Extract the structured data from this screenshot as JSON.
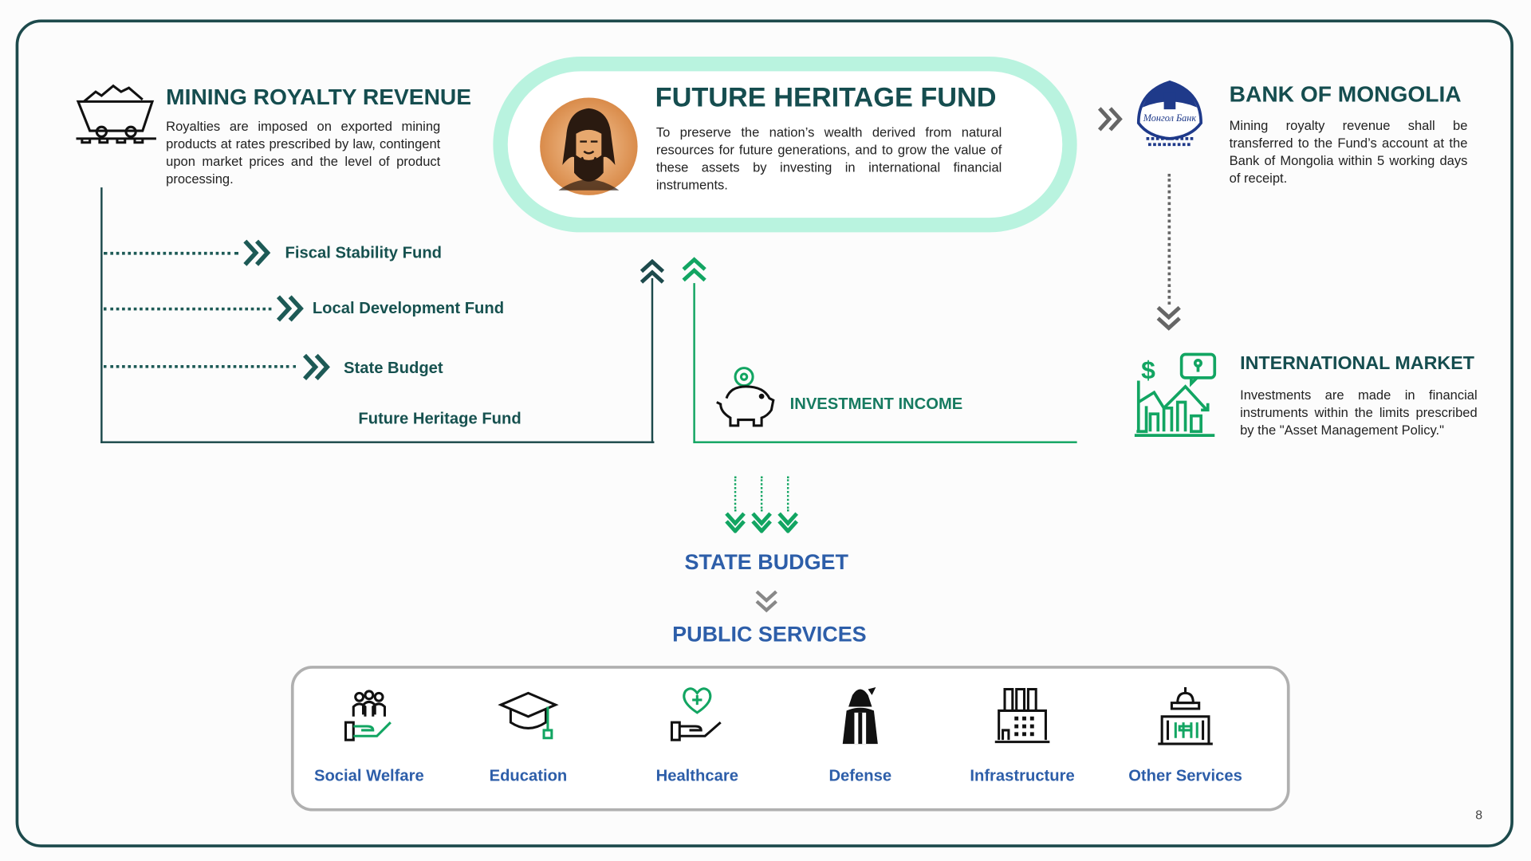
{
  "mining": {
    "title": "MINING ROYALTY REVENUE",
    "description": "Royalties are imposed on exported mining products at rates prescribed by law, contingent upon market prices and the level of product processing."
  },
  "allocations": [
    {
      "label": "Fiscal Stability Fund"
    },
    {
      "label": "Local Development Fund"
    },
    {
      "label": "State Budget"
    },
    {
      "label": "Future Heritage Fund"
    }
  ],
  "heritage": {
    "title": "FUTURE HERITAGE FUND",
    "description": "To preserve the nation’s wealth derived from natural resources for future generations, and to grow the value of these assets by investing in international financial instruments."
  },
  "bank": {
    "title": "BANK OF MONGOLIA",
    "description": "Mining royalty revenue shall be transferred to the Fund’s account at the Bank of Mongolia within 5 working days of receipt.",
    "logo_text": "Монгол Банк"
  },
  "market": {
    "title": "INTERNATIONAL MARKET",
    "description": "Investments are made in financial instruments within the limits prescribed by the \"Asset Management Policy.\""
  },
  "investment_income": "INVESTMENT INCOME",
  "state_budget": "STATE BUDGET",
  "public_services": {
    "title": "PUBLIC SERVICES",
    "items": [
      {
        "label": "Social Welfare",
        "icon": "people-hand-icon"
      },
      {
        "label": "Education",
        "icon": "graduation-cap-icon"
      },
      {
        "label": "Healthcare",
        "icon": "heart-hand-icon"
      },
      {
        "label": "Defense",
        "icon": "soldier-icon"
      },
      {
        "label": "Infrastructure",
        "icon": "factory-icon"
      },
      {
        "label": "Other Services",
        "icon": "government-building-icon"
      }
    ]
  },
  "page_number": "8",
  "colors": {
    "teal": "#154d4f",
    "green": "#12a562",
    "mint": "#b9f3df",
    "blue": "#2d5ea9",
    "gray": "#666666"
  }
}
